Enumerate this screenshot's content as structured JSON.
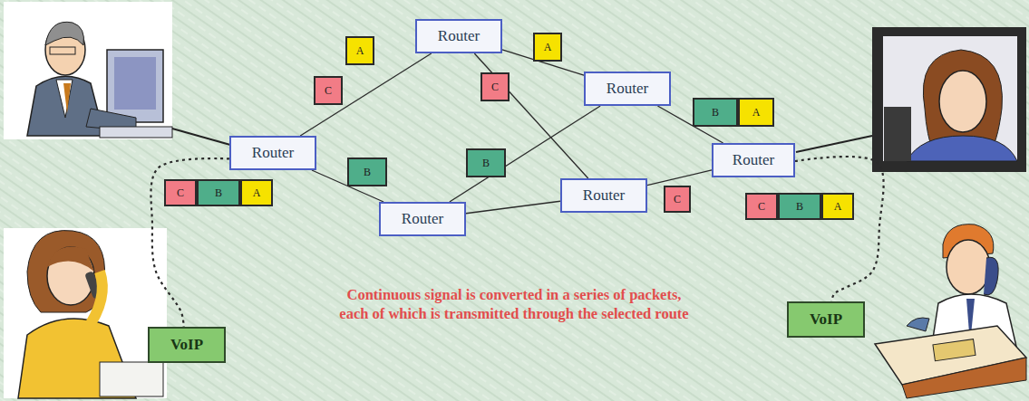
{
  "diagram": {
    "caption": "Continuous signal is converted in a series of packets, each of which is transmitted through the selected route",
    "nodes": [
      {
        "text": [
          "Router"
        ]
      },
      {
        "text": [
          "Router"
        ]
      },
      {
        "text": [
          "Router"
        ]
      },
      {
        "text": [
          "Router"
        ]
      },
      {
        "text": [
          "Router"
        ]
      },
      {
        "text": [
          "Router"
        ]
      },
      {
        "text": [
          "VoIP"
        ]
      },
      {
        "text": [
          "VoIP"
        ]
      },
      {
        "text": [
          "A"
        ]
      },
      {
        "text": [
          "C"
        ]
      },
      {
        "text": [
          "B"
        ]
      },
      {
        "text": [
          "A"
        ]
      },
      {
        "text": [
          "C"
        ]
      },
      {
        "text": [
          "B"
        ]
      },
      {
        "text": [
          "C"
        ]
      },
      {
        "text": [
          "B"
        ]
      },
      {
        "text": [
          "A"
        ]
      },
      {
        "text": [
          "B"
        ]
      },
      {
        "text": [
          "A"
        ]
      },
      {
        "text": [
          "C"
        ]
      },
      {
        "text": [
          "C"
        ]
      },
      {
        "text": [
          "B"
        ]
      },
      {
        "text": [
          "A"
        ]
      }
    ],
    "edges": [
      {
        "from": 0,
        "to": 1,
        "arrow": "none"
      },
      {
        "from": 0,
        "to": 2,
        "arrow": "none"
      },
      {
        "from": 1,
        "to": 3,
        "arrow": "none"
      },
      {
        "from": 1,
        "to": 4,
        "arrow": "none"
      },
      {
        "from": 2,
        "to": 3,
        "arrow": "none"
      },
      {
        "from": 2,
        "to": 4,
        "arrow": "none"
      },
      {
        "from": 3,
        "to": 5,
        "arrow": "none"
      },
      {
        "from": 4,
        "to": 5,
        "arrow": "none"
      },
      {
        "from": 0,
        "to": 6,
        "arrow": "none"
      },
      {
        "from": 5,
        "to": 7,
        "arrow": "none"
      }
    ]
  }
}
